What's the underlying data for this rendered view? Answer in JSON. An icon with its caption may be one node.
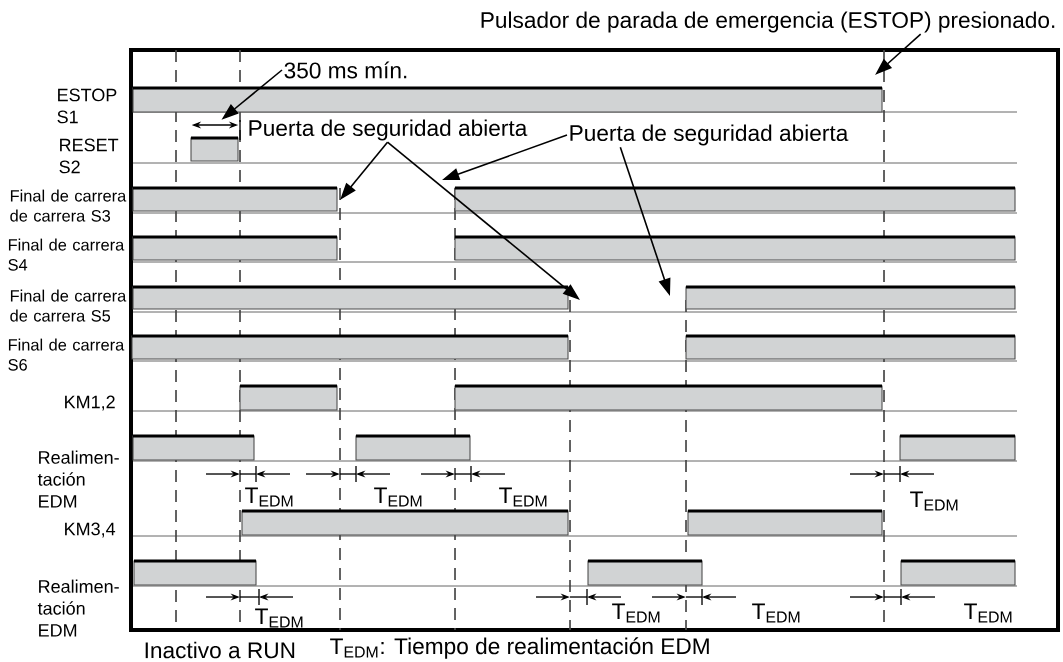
{
  "diagram": {
    "nodes": [
      {
        "text": [
          "350 ms mín."
        ]
      },
      {
        "text": [
          "Puerta de seguridad abierta"
        ]
      },
      {
        "text": [
          "Puerta de seguridad abierta"
        ]
      },
      {
        "text": [
          "Pulsador de parada de emergencia (ESTOP) presionado."
        ]
      },
      {
        "text": [],
        "shape": "arrow"
      }
    ],
    "edges": [
      {
        "from": 0,
        "to": 4,
        "arrow": "to"
      },
      {
        "from": 1,
        "to": null,
        "arrow": "to"
      },
      {
        "from": 1,
        "to": null,
        "arrow": "to"
      },
      {
        "from": 2,
        "to": null,
        "arrow": "to"
      },
      {
        "from": 2,
        "to": null,
        "arrow": "to"
      },
      {
        "from": 3,
        "to": null,
        "arrow": "to"
      }
    ],
    "labels": [
      "ESTOP S1",
      "RESET S2",
      "Final de carrera de carrera S3",
      "Final de carrera S4",
      "Final de carrera de carrera S5",
      "Final de carrera S6",
      "KM1,2",
      "Realimen- tación EDM",
      "T$_{EDM}$",
      "T$_{EDM}$",
      "T$_{EDM}$",
      "T$_{EDM}$",
      "KM3,4",
      "Realimen- tación EDM",
      "T$_{EDM}$",
      "T$_{EDM}$",
      "T$_{EDM}$",
      "T$_{EDM}$",
      "Inactivo a RUN",
      "T$_{EDM}$: Tiempo de realimentación EDM"
    ]
  }
}
